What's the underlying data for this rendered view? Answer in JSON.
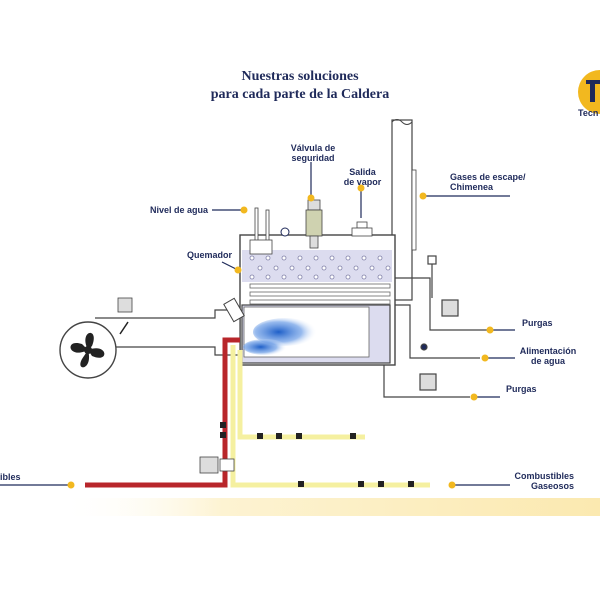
{
  "title": {
    "line1": "Nuestras soluciones",
    "line2": "para cada parte de la Caldera"
  },
  "brand": {
    "text": "Tecn",
    "logo_color": "#f2b81f"
  },
  "labels": {
    "valvula_line1": "Válvula de",
    "valvula_line2": "seguridad",
    "salida_line1": "Salida",
    "salida_line2": "de vapor",
    "gases_line1": "Gases de escape/",
    "gases_line2": "Chimenea",
    "nivel": "Nivel de agua",
    "quemador": "Quemador",
    "purgas_1": "Purgas",
    "alimentacion_line1": "Alimentación",
    "alimentacion_line2": "de agua",
    "purgas_2": "Purgas",
    "combustibles_liquidos": "ibles",
    "combustibles_gaseosos_line1": "Combustibles",
    "combustibles_gaseosos_line2": "Gaseosos"
  },
  "colors": {
    "text": "#1f2a5a",
    "callout_dot": "#f2b81f",
    "boiler_body": "#dcdcef",
    "fuel_liquid_pipe": "#b8262b",
    "fuel_gas_pipe": "#f5f0a0",
    "flame": "#3a7bd5",
    "bottom_band": "#fdf3d2"
  },
  "icons": [
    "fan-icon",
    "valve-icon",
    "pump-icon",
    "pressure-gauge-icon",
    "safety-valve-icon",
    "flame-icon"
  ]
}
